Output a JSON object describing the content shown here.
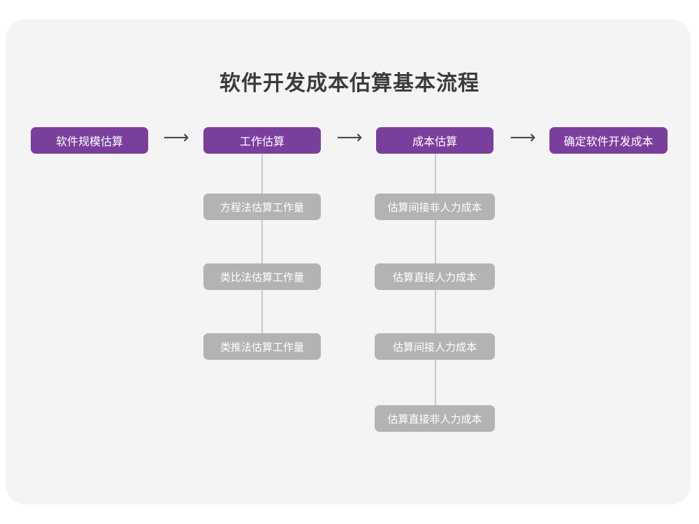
{
  "page": {
    "background_color": "#ffffff",
    "card_color": "#f4f4f5"
  },
  "title": "软件开发成本估算基本流程",
  "colors": {
    "stage": "#7a3f9d",
    "sub_step": "#b3b3b3",
    "connector": "#c9c9c9",
    "arrow": "#4a4a4a",
    "title_text": "#3b3b3b",
    "node_text": "#ffffff"
  },
  "arrow_glyph": "⟶",
  "chart_data": {
    "type": "diagram",
    "title": "软件开发成本估算基本流程",
    "orientation": "left-to-right with vertical sub-step branches",
    "stages": [
      {
        "id": "stage-1",
        "label": "软件规模估算",
        "sub_steps": []
      },
      {
        "id": "stage-2",
        "label": "工作估算",
        "sub_steps": [
          "方程法估算工作量",
          "类比法估算工作量",
          "类推法估算工作量"
        ]
      },
      {
        "id": "stage-3",
        "label": "成本估算",
        "sub_steps": [
          "估算间接非人力成本",
          "估算直接人力成本",
          "估算间接人力成本",
          "估算直接非人力成本"
        ]
      },
      {
        "id": "stage-4",
        "label": "确定软件开发成本",
        "sub_steps": []
      }
    ],
    "connectors": [
      {
        "from": "stage-1",
        "to": "stage-2",
        "kind": "arrow"
      },
      {
        "from": "stage-2",
        "to": "stage-3",
        "kind": "arrow"
      },
      {
        "from": "stage-3",
        "to": "stage-4",
        "kind": "arrow"
      }
    ]
  }
}
